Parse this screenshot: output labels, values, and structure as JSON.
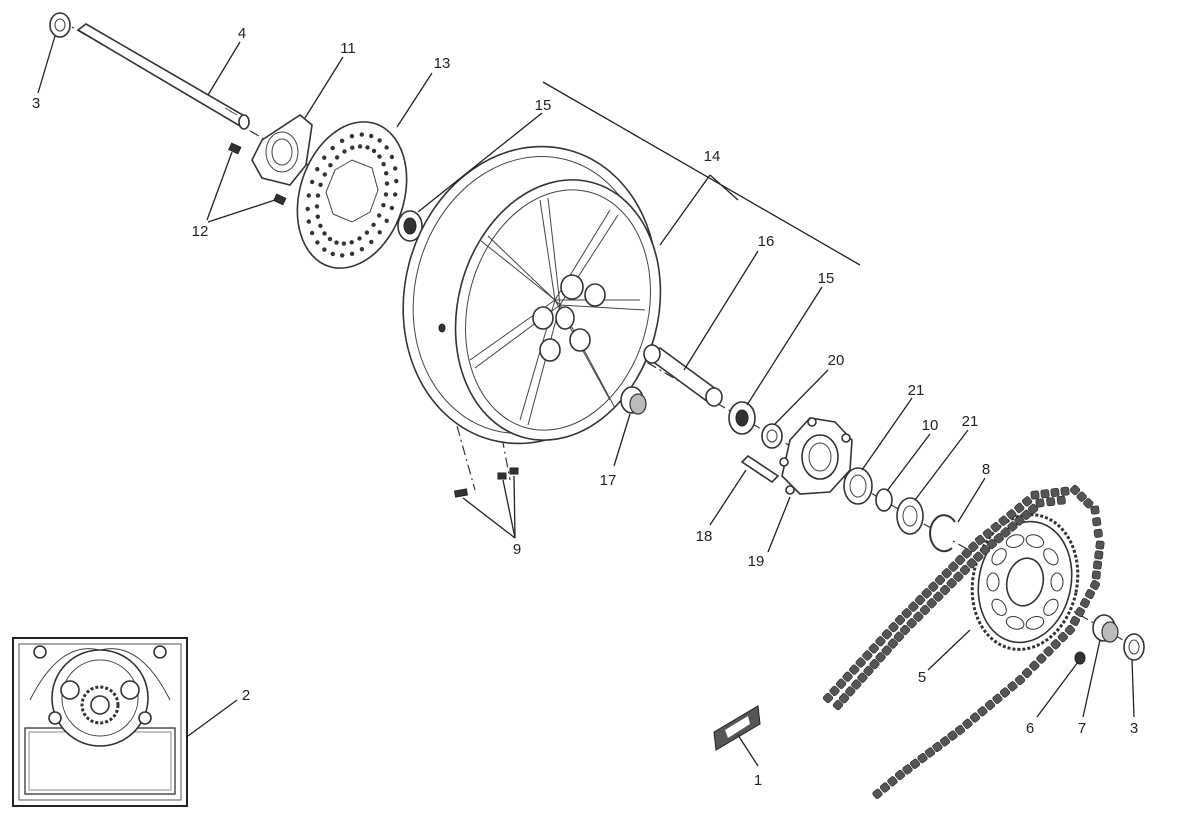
{
  "callouts": [
    {
      "id": "c1",
      "label": "1"
    },
    {
      "id": "c2",
      "label": "2"
    },
    {
      "id": "c3a",
      "label": "3"
    },
    {
      "id": "c3b",
      "label": "3"
    },
    {
      "id": "c4",
      "label": "4"
    },
    {
      "id": "c5",
      "label": "5"
    },
    {
      "id": "c6",
      "label": "6"
    },
    {
      "id": "c7",
      "label": "7"
    },
    {
      "id": "c8",
      "label": "8"
    },
    {
      "id": "c9",
      "label": "9"
    },
    {
      "id": "c10",
      "label": "10"
    },
    {
      "id": "c11",
      "label": "11"
    },
    {
      "id": "c12",
      "label": "12"
    },
    {
      "id": "c13",
      "label": "13"
    },
    {
      "id": "c14",
      "label": "14"
    },
    {
      "id": "c15a",
      "label": "15"
    },
    {
      "id": "c15b",
      "label": "15"
    },
    {
      "id": "c16",
      "label": "16"
    },
    {
      "id": "c17",
      "label": "17"
    },
    {
      "id": "c18",
      "label": "18"
    },
    {
      "id": "c19",
      "label": "19"
    },
    {
      "id": "c20",
      "label": "20"
    },
    {
      "id": "c21a",
      "label": "21"
    },
    {
      "id": "c21b",
      "label": "21"
    }
  ]
}
